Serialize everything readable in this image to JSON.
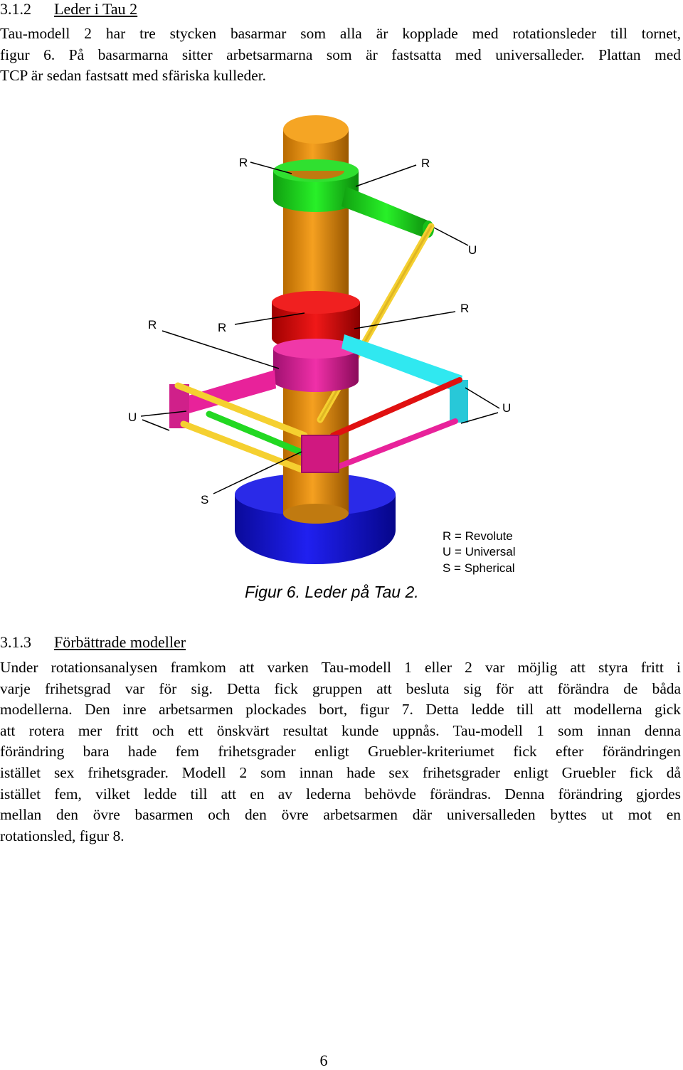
{
  "section_312": {
    "number": "3.1.2",
    "title": "Leder i Tau 2",
    "lines": [
      "Tau-modell 2 har tre stycken basarmar som alla är kopplade med rotationsleder till tornet,",
      "figur 6. På basarmarna sitter arbetsarmarna som är fastsatta med universalleder. Plattan med",
      "TCP är sedan fastsatt med sfäriska kulleder."
    ]
  },
  "figure": {
    "joint_labels": {
      "r1": "R",
      "r2": "R",
      "r3": "R",
      "r4": "R",
      "r5": "R",
      "u1": "U",
      "u2": "U",
      "u3": "U",
      "s1": "S"
    },
    "legend": [
      "R = Revolute",
      "U = Universal",
      "S = Spherical"
    ],
    "caption": "Figur 6. Leder på Tau 2.",
    "colors": {
      "tower": "#f5a020",
      "green": "#22d822",
      "red": "#e01010",
      "magenta": "#e8229a",
      "cyan": "#30e8f0",
      "yellow": "#f5d030",
      "blue": "#1818e8"
    }
  },
  "section_313": {
    "number": "3.1.3",
    "title": "Förbättrade modeller",
    "lines": [
      "Under rotationsanalysen framkom att varken Tau-modell 1 eller 2 var möjlig att styra fritt i",
      "varje frihetsgrad var för sig. Detta fick gruppen att besluta sig för att förändra de båda",
      "modellerna. Den inre arbetsarmen plockades bort, figur 7. Detta ledde till att modellerna gick",
      "att rotera mer fritt och ett önskvärt resultat kunde uppnås. Tau-modell 1 som innan denna",
      "förändring bara hade fem frihetsgrader enligt Gruebler-kriteriumet fick efter förändringen",
      "istället sex frihetsgrader. Modell 2 som innan hade sex frihetsgrader enligt Gruebler fick då",
      "istället fem, vilket ledde till att en av lederna behövde förändras. Denna förändring gjordes",
      "mellan den övre basarmen och den övre arbetsarmen där universalleden byttes ut mot en",
      "rotationsled, figur 8."
    ]
  },
  "page_number": "6"
}
